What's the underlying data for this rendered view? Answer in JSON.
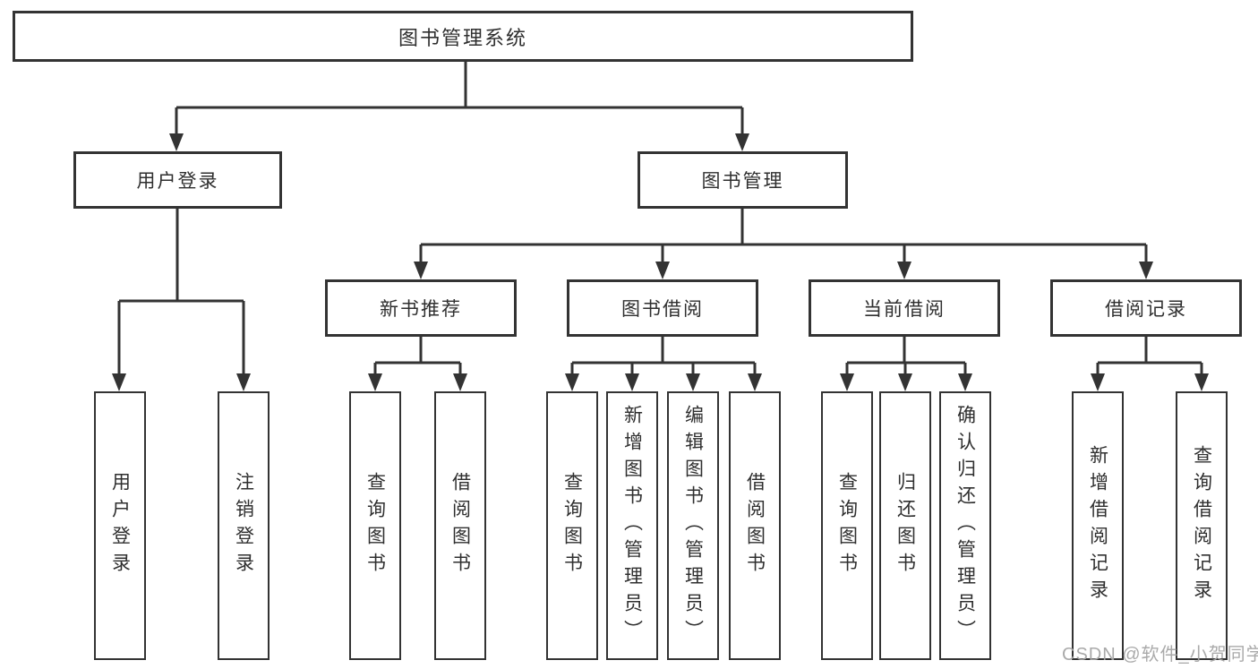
{
  "diagram": {
    "title": "图书管理系统",
    "watermark": "CSDN @软件_小贺同学",
    "colors": {
      "line": "#333333",
      "text": "#2f2f2f",
      "box_background": "#ffffff",
      "watermark": "#a5a5a5"
    },
    "hierarchy": {
      "root": "图书管理系统",
      "children": [
        {
          "label": "用户登录",
          "children": [
            "用户登录",
            "注销登录"
          ]
        },
        {
          "label": "图书管理",
          "children": [
            {
              "label": "新书推荐",
              "children": [
                "查询图书",
                "借阅图书"
              ]
            },
            {
              "label": "图书借阅",
              "children": [
                "查询图书",
                "新增图书（管理员）",
                "编辑图书（管理员）",
                "借阅图书"
              ]
            },
            {
              "label": "当前借阅",
              "children": [
                "查询图书",
                "归还图书",
                "确认归还（管理员）"
              ]
            },
            {
              "label": "借阅记录",
              "children": [
                "新增借阅记录",
                "查询借阅记录"
              ]
            }
          ]
        }
      ]
    }
  },
  "nodes": {
    "root": {
      "label": "图书管理系统"
    },
    "level2": [
      {
        "label": "用户登录"
      },
      {
        "label": "图书管理"
      }
    ],
    "level3": [
      {
        "label": "新书推荐"
      },
      {
        "label": "图书借阅"
      },
      {
        "label": "当前借阅"
      },
      {
        "label": "借阅记录"
      }
    ],
    "leaves": [
      {
        "label": "用户登录"
      },
      {
        "label": "注销登录"
      },
      {
        "label": "查询图书"
      },
      {
        "label": "借阅图书"
      },
      {
        "label": "查询图书"
      },
      {
        "label": "新增图书（管理员）"
      },
      {
        "label": "编辑图书（管理员）"
      },
      {
        "label": "借阅图书"
      },
      {
        "label": "查询图书"
      },
      {
        "label": "归还图书"
      },
      {
        "label": "确认归还（管理员）"
      },
      {
        "label": "新增借阅记录"
      },
      {
        "label": "查询借阅记录"
      }
    ]
  }
}
